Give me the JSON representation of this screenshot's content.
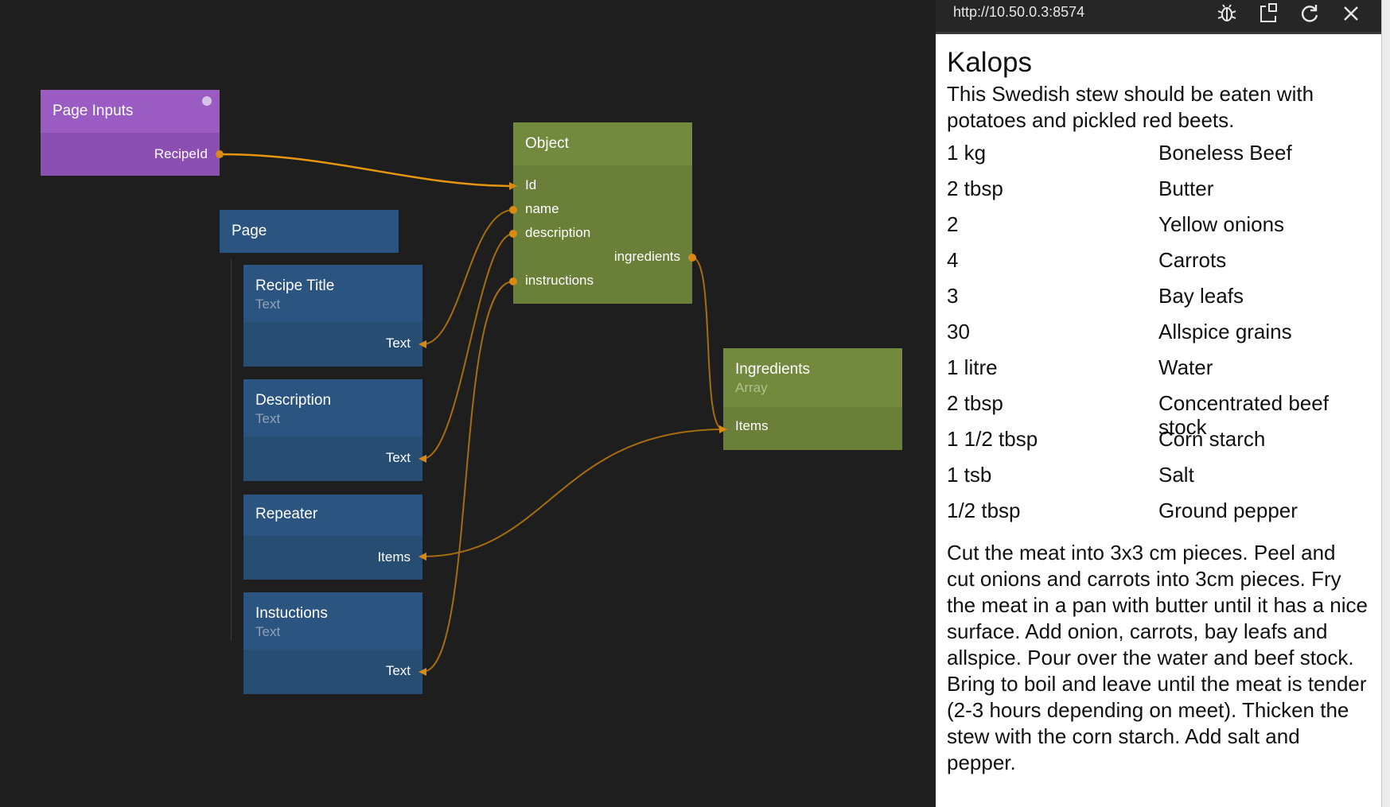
{
  "canvas": {
    "page_inputs": {
      "title": "Page Inputs",
      "port": "RecipeId"
    },
    "page": {
      "title": "Page"
    },
    "recipe_title": {
      "title": "Recipe Title",
      "type": "Text",
      "port": "Text"
    },
    "description": {
      "title": "Description",
      "type": "Text",
      "port": "Text"
    },
    "repeater": {
      "title": "Repeater",
      "port": "Items"
    },
    "instructions": {
      "title": "Instuctions",
      "type": "Text",
      "port": "Text"
    },
    "object": {
      "title": "Object",
      "ports": {
        "id": "Id",
        "name": "name",
        "description": "description",
        "ingredients": "ingredients",
        "instructions": "instructions"
      }
    },
    "ingredients": {
      "title": "Ingredients",
      "type": "Array",
      "port": "Items"
    },
    "colors": {
      "wire": "#d88a14",
      "purple": "#9a5bc3",
      "blue": "#2b5580",
      "green": "#728a3e"
    }
  },
  "preview": {
    "url": "http://10.50.0.3:8574",
    "icons": [
      "bug-icon",
      "open-external-icon",
      "refresh-icon",
      "close-icon"
    ],
    "recipe": {
      "name": "Kalops",
      "description": "This Swedish stew should be eaten with potatoes and pickled red beets.",
      "ingredients": [
        {
          "amount": "1 kg",
          "name": "Boneless Beef"
        },
        {
          "amount": "2 tbsp",
          "name": "Butter"
        },
        {
          "amount": "2",
          "name": "Yellow onions"
        },
        {
          "amount": "4",
          "name": "Carrots"
        },
        {
          "amount": "3",
          "name": "Bay leafs"
        },
        {
          "amount": "30",
          "name": "Allspice grains"
        },
        {
          "amount": "1 litre",
          "name": "Water"
        },
        {
          "amount": "2 tbsp",
          "name": "Concentrated beef stock"
        },
        {
          "amount": "1 1/2 tbsp",
          "name": "Corn starch"
        },
        {
          "amount": "1 tsb",
          "name": "Salt"
        },
        {
          "amount": "1/2 tbsp",
          "name": "Ground pepper"
        }
      ],
      "instructions": "Cut the meat into 3x3 cm pieces. Peel and cut onions and carrots into 3cm pieces. Fry the meat in a pan with butter until it has a nice surface. Add onion, carrots, bay leafs and allspice. Pour over the water and beef stock. Bring to boil and leave until the meat is tender (2-3 hours depending on meet). Thicken the stew with the corn starch. Add salt and pepper."
    }
  }
}
